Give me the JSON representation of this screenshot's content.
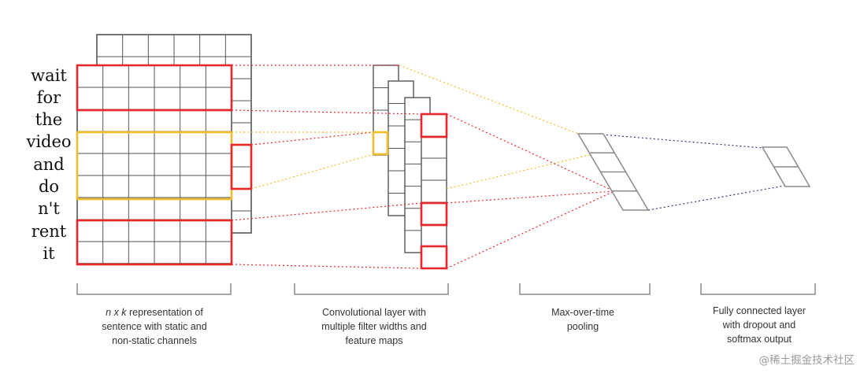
{
  "words": [
    "wait",
    "for",
    "the",
    "video",
    "and",
    "do",
    "n't",
    "rent",
    "it"
  ],
  "captions": {
    "input": {
      "line1_italic": "n x k",
      "line1_rest": " representation of",
      "line2": "sentence with static and",
      "line3": "non-static channels"
    },
    "conv": {
      "line1": "Convolutional layer with",
      "line2": "multiple filter widths and",
      "line3": "feature maps"
    },
    "pool": {
      "line1": "Max-over-time",
      "line2": "pooling"
    },
    "fc": {
      "line1": "Fully connected layer",
      "line2": "with dropout and",
      "line3": "softmax output"
    }
  },
  "watermark": "@稀土掘金技术社区",
  "colors": {
    "grid": "#555555",
    "red": "#e8262b",
    "yellow": "#f2bd2b",
    "navy": "#2a3a7a",
    "gray": "#8a8a8a"
  }
}
